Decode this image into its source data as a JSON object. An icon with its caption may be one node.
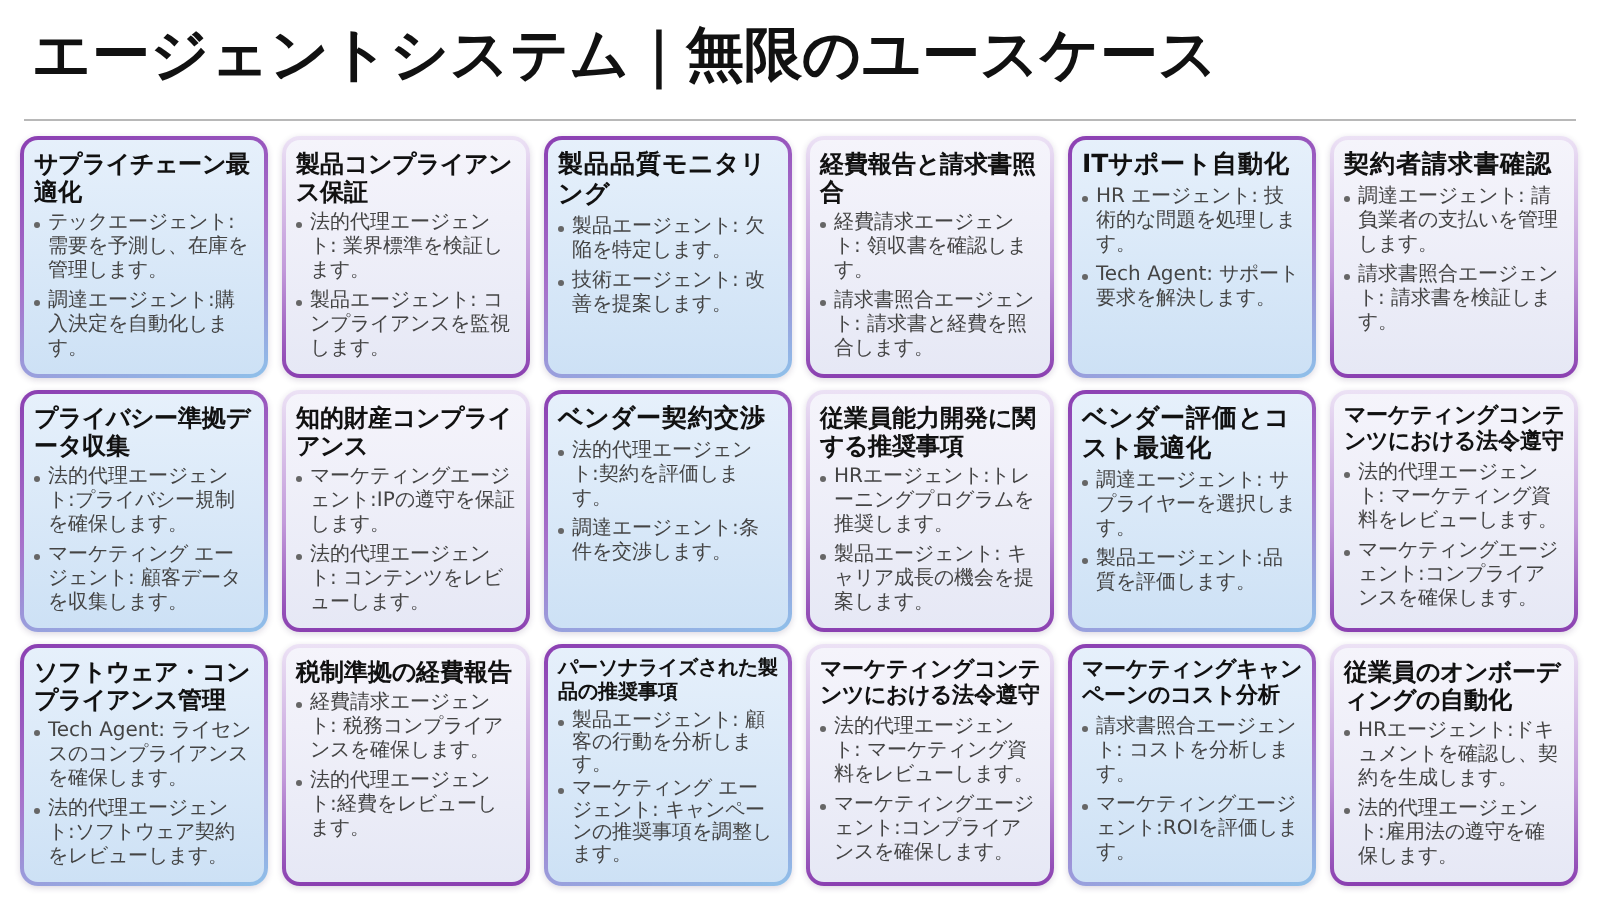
{
  "diagram": {
    "title": "エージェントシステム｜無限のユースケース",
    "nodes": [
      {
        "text": [
          "サプライチェーン最適化",
          "テックエージェント:需要を予測し、在庫を管理します。",
          "調達エージェント:購入決定を自動化します。"
        ]
      },
      {
        "text": [
          "製品コンプライアンス保証",
          "法的代理エージェント: 業界標準を検証します。",
          "製品エージェント: コンプライアンスを監視します。"
        ]
      },
      {
        "text": [
          "製品品質モニタリング",
          "製品エージェント: 欠陥を特定します。",
          "技術エージェント: 改善を提案します。"
        ]
      },
      {
        "text": [
          "経費報告と請求書照合",
          "経費請求エージェント: 領収書を確認します。",
          "請求書照合エージェント: 請求書と経費を照合します。"
        ]
      },
      {
        "text": [
          "ITサポート自動化",
          "HR エージェント: 技術的な問題を処理します。",
          "Tech Agent: サポート要求を解決します。"
        ]
      },
      {
        "text": [
          "契約者請求書確認",
          "調達エージェント: 請負業者の支払いを管理します。",
          "請求書照合エージェント: 請求書を検証します。"
        ]
      },
      {
        "text": [
          "プライバシー準拠データ収集",
          "法的代理エージェント:プライバシー規制を確保します。",
          "マーケティング エージェント: 顧客データを収集します。"
        ]
      },
      {
        "text": [
          "知的財産コンプライアンス",
          "マーケティングエージェント:IPの遵守を保証します。",
          "法的代理エージェント: コンテンツをレビューします。"
        ]
      },
      {
        "text": [
          "ベンダー契約交渉",
          "法的代理エージェント:契約を評価します。",
          "調達エージェント:条件を交渉します。"
        ]
      },
      {
        "text": [
          "従業員能力開発に関する推奨事項",
          "HRエージェント:トレーニングプログラムを推奨します。",
          "製品エージェント: キャリア成長の機会を提案します。"
        ]
      },
      {
        "text": [
          "ベンダー評価とコスト最適化",
          "調達エージェント: サプライヤーを選択します。",
          "製品エージェント:品質を評価します。"
        ]
      },
      {
        "text": [
          "マーケティングコンテンツにおける法令遵守",
          "法的代理エージェント: マーケティング資料をレビューします。",
          "マーケティングエージェント:コンプライアンスを確保します。"
        ]
      },
      {
        "text": [
          "ソフトウェア・コンプライアンス管理",
          "Tech Agent: ライセンスのコンプライアンスを確保します。",
          "法的代理エージェント:ソフトウェア契約をレビューします。"
        ]
      },
      {
        "text": [
          "税制準拠の経費報告",
          "経費請求エージェント: 税務コンプライアンスを確保します。",
          "法的代理エージェント:経費をレビューします。"
        ]
      },
      {
        "text": [
          "パーソナライズされた製品の推奨事項",
          "製品エージェント: 顧客の行動を分析します。",
          "マーケティング エージェント: キャンペーンの推奨事項を調整します。"
        ]
      },
      {
        "text": [
          "マーケティングコンテンツにおける法令遵守",
          "法的代理エージェント: マーケティング資料をレビューします。",
          "マーケティングエージェント:コンプライアンスを確保します。"
        ]
      },
      {
        "text": [
          "マーケティングキャンペーンのコスト分析",
          "請求書照合エージェント: コストを分析します。",
          "マーケティングエージェント:ROIを評価します。"
        ]
      },
      {
        "text": [
          "従業員のオンボーディングの自動化",
          "HRエージェント:ドキュメントを確認し、契約を生成します。",
          "法的代理エージェント:雇用法の遵守を確保します。"
        ]
      }
    ]
  }
}
